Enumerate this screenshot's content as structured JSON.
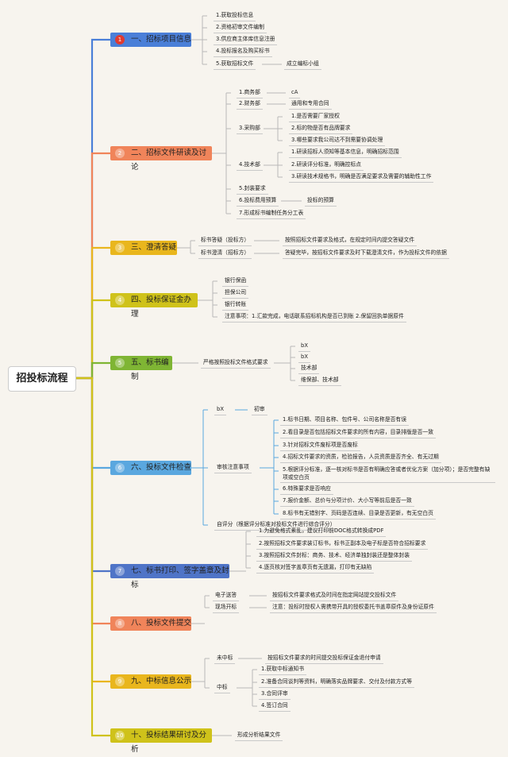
{
  "root": "招投标流程",
  "colors": {
    "s1": "#4a7fd8",
    "s2": "#f0845a",
    "s3": "#e9b61d",
    "s4": "#cfc21a",
    "s5": "#7fb534",
    "s6": "#5aa7df",
    "s7": "#4f74c7",
    "s8": "#f0845a",
    "s9": "#e9b61d",
    "s10": "#cfc21a"
  },
  "sections": [
    {
      "num": "1",
      "label": "一、招标项目信息",
      "items": [
        "1.获取投标信息",
        "2.资格初审文件编制",
        "3.供应商主体库信息注册",
        "4.投标报名及购买标书",
        "5.获取招标文件"
      ],
      "extra": "成立编标小组"
    },
    {
      "num": "2",
      "label": "二、招标文件研读及讨论",
      "items": [
        "1.商务部",
        "2.财务部",
        "3.采购部",
        "4.技术部",
        "5.封装要求",
        "6.投标费用预算",
        "7.形成标书编制任务分工表"
      ],
      "details": {
        "commerce": "cA",
        "finance": "通用和专用合同",
        "purchase": [
          "1.是否需要厂家授权",
          "2.标的物是否有品牌要求",
          "3.哪些要求我公司达不到需要协调处理"
        ],
        "tech": [
          "1.研读招标人须知等基本信息，明确招标范围",
          "2.研读评分标准，明确控标点",
          "3.研读技术规格书，明确是否满足要求及需要的辅助性工作"
        ],
        "budget": "投标的预算"
      }
    },
    {
      "num": "3",
      "label": "三、澄清答疑",
      "items": [
        "标书答疑（投标方）",
        "标书澄清（招标方）"
      ],
      "details": [
        "按照招标文件要求及格式，在规定时间内提交答疑文件",
        "答疑完毕，按招标文件要求及时下载澄清文件，作为投标文件的依据"
      ]
    },
    {
      "num": "4",
      "label": "四、投标保证金办理",
      "items": [
        "银行保函",
        "担保公司",
        "银行转账",
        "注意事项：1.汇款完成，电话联系招标机构是否已到账 2.保留回执单据原件"
      ]
    },
    {
      "num": "5",
      "label": "五、标书编制",
      "item": "严格按照投标文件格式要求",
      "details": [
        "bX",
        "bX",
        "技术部",
        "维保部、技术部"
      ]
    },
    {
      "num": "6",
      "label": "六、投标文件检查",
      "first": "bX",
      "first_detail": "初审",
      "review": "审核注意事项",
      "review_items": [
        "1.标书日期、项目名称、包件号、公司名称是否有误",
        "2.看目录是否包括招标文件要求的所有内容，目录排版是否一致",
        "3.针对招标文件废标项是否废标",
        "4.招标文件要求的资质，检验报告，人员资质是否齐全、有无过期",
        "5.根据评分标准，逐一核对标书是否有明确应答或者优化方案（加分项）；是否完整有缺项或空白页",
        "6.特殊要求是否响应",
        "7.报价金额、总价与分项计价、大小写等前后是否一致",
        "8.标书有无错别字、页码是否连续、目录是否更新，有无空白页"
      ],
      "self": "自评分（根据评分标准对投标文件进行综合评分）"
    },
    {
      "num": "7",
      "label": "七、标书打印、签字盖章及封标",
      "items": [
        "1.为避免格式紊乱，建议打印前DOC格式转换成PDF",
        "2.按照招标文件要求装订标书，标书正副本及电子标是否符合招标要求",
        "3.按照招标文件封标：商务、技术、经济单独封装还是整体封装",
        "4.逐页核对签字盖章页有无遗漏，打印有无缺陷"
      ]
    },
    {
      "num": "8",
      "label": "八、投标文件提交",
      "items": [
        "电子送答",
        "现场开标"
      ],
      "details": [
        "按招标文件要求格式及时间在指定网站提交投标文件",
        "注意：投标时授权人需携带开具的授权委托书盖章原件及身份证原件"
      ]
    },
    {
      "num": "9",
      "label": "九、中标信息公示",
      "items": [
        "未中标",
        "中标"
      ],
      "lose_detail": "按招标文件要求的时间提交投标保证金退付申请",
      "win_details": [
        "1.获取中标通知书",
        "2.准备合同谈判等资料，明确落实品牌要求、交付及付款方式等",
        "3.合同评审",
        "4.签订合同"
      ]
    },
    {
      "num": "10",
      "label": "十、投标结果研讨及分析",
      "item": "形成分析结果文件"
    }
  ]
}
